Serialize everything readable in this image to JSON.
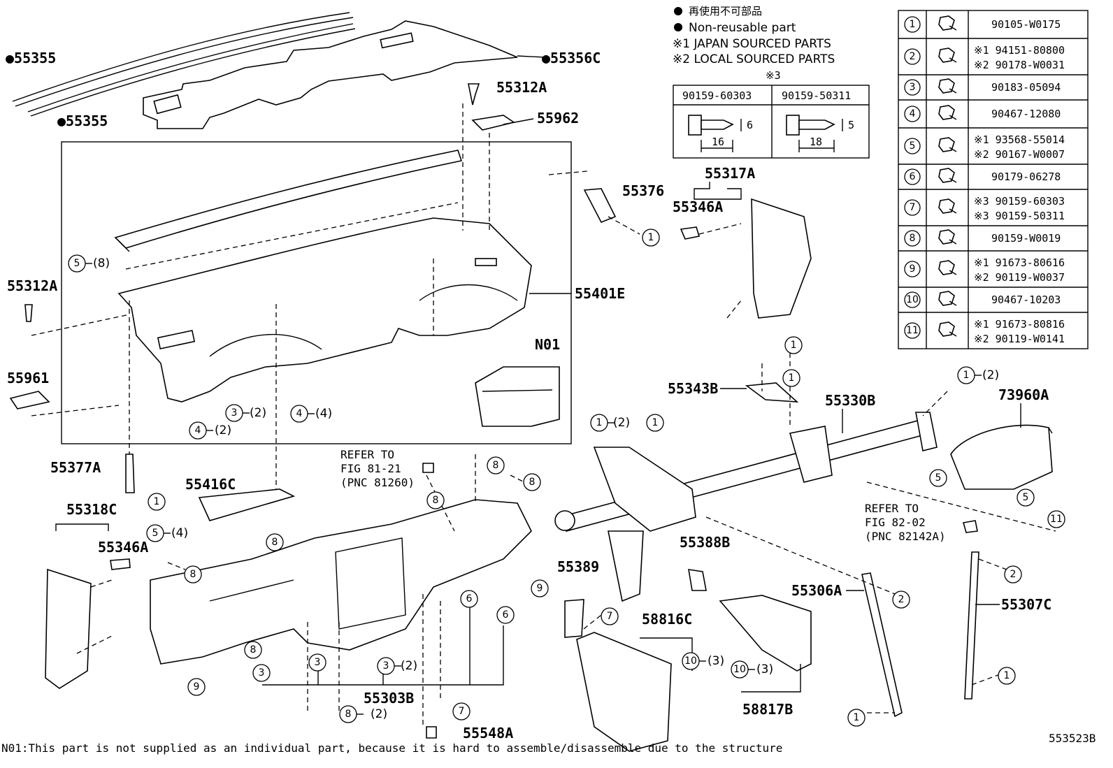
{
  "legend": {
    "line1": "再使用不可部品",
    "line2": "Non-reusable part",
    "line3": "※1 JAPAN SOURCED PARTS",
    "line4": "※2 LOCAL SOURCED PARTS"
  },
  "bolt_table": {
    "mark": "※3",
    "col1": "90159-60303",
    "col2": "90159-50311",
    "dim1_len": "16",
    "dim1_dia": "6",
    "dim2_len": "18",
    "dim2_dia": "5"
  },
  "fastener_table": [
    {
      "num": "1",
      "parts": [
        "90105-W0175"
      ]
    },
    {
      "num": "2",
      "parts": [
        "※1 94151-80800",
        "※2 90178-W0031"
      ]
    },
    {
      "num": "3",
      "parts": [
        "90183-05094"
      ]
    },
    {
      "num": "4",
      "parts": [
        "90467-12080"
      ]
    },
    {
      "num": "5",
      "parts": [
        "※1 93568-55014",
        "※2 90167-W0007"
      ]
    },
    {
      "num": "6",
      "parts": [
        "90179-06278"
      ]
    },
    {
      "num": "7",
      "parts": [
        "※3 90159-60303",
        "※3 90159-50311"
      ]
    },
    {
      "num": "8",
      "parts": [
        "90159-W0019"
      ]
    },
    {
      "num": "9",
      "parts": [
        "※1 91673-80616",
        "※2 90119-W0037"
      ]
    },
    {
      "num": "10",
      "parts": [
        "90467-10203"
      ]
    },
    {
      "num": "11",
      "parts": [
        "※1 91673-80816",
        "※2 90119-W0141"
      ]
    }
  ],
  "labels": {
    "p55355a": "●55355",
    "p55355b": "●55355",
    "p55356c": "●55356C",
    "p55312a_top": "55312A",
    "p55962": "55962",
    "p55376": "55376",
    "p55317a": "55317A",
    "p55346a_r": "55346A",
    "p55312a_l": "55312A",
    "p55401e": "55401E",
    "n01": "N01",
    "p55961": "55961",
    "p55343b": "55343B",
    "p55330b": "55330B",
    "p73960a": "73960A",
    "p55377a": "55377A",
    "p55416c": "55416C",
    "p55318c": "55318C",
    "p55346a_l": "55346A",
    "p55388b": "55388B",
    "p55389": "55389",
    "p55306a": "55306A",
    "p55307c": "55307C",
    "p58816c": "58816C",
    "p58817b": "58817B",
    "p55303b": "55303B",
    "p55548a": "55548A"
  },
  "refer1": {
    "l1": "REFER TO",
    "l2": "FIG 81-21",
    "l3": "(PNC 81260)"
  },
  "refer2": {
    "l1": "REFER TO",
    "l2": "FIG 82-02",
    "l3": "(PNC 82142A)"
  },
  "callouts": {
    "c5_8": "(8)",
    "c3_2a": "(2)",
    "c4_2": "(2)",
    "c4_4": "(4)",
    "c5_4": "(4)",
    "c3_2b": "(2)",
    "c8_2": "(2)",
    "c10_3a": "(3)",
    "c10_3b": "(3)",
    "c1_2a": "(2)",
    "c1_2b": "(2)"
  },
  "footnote": "N01:This part is not supplied as an individual part, because it is hard to assemble/disassemble due to the structure",
  "figure_id": "553523B"
}
